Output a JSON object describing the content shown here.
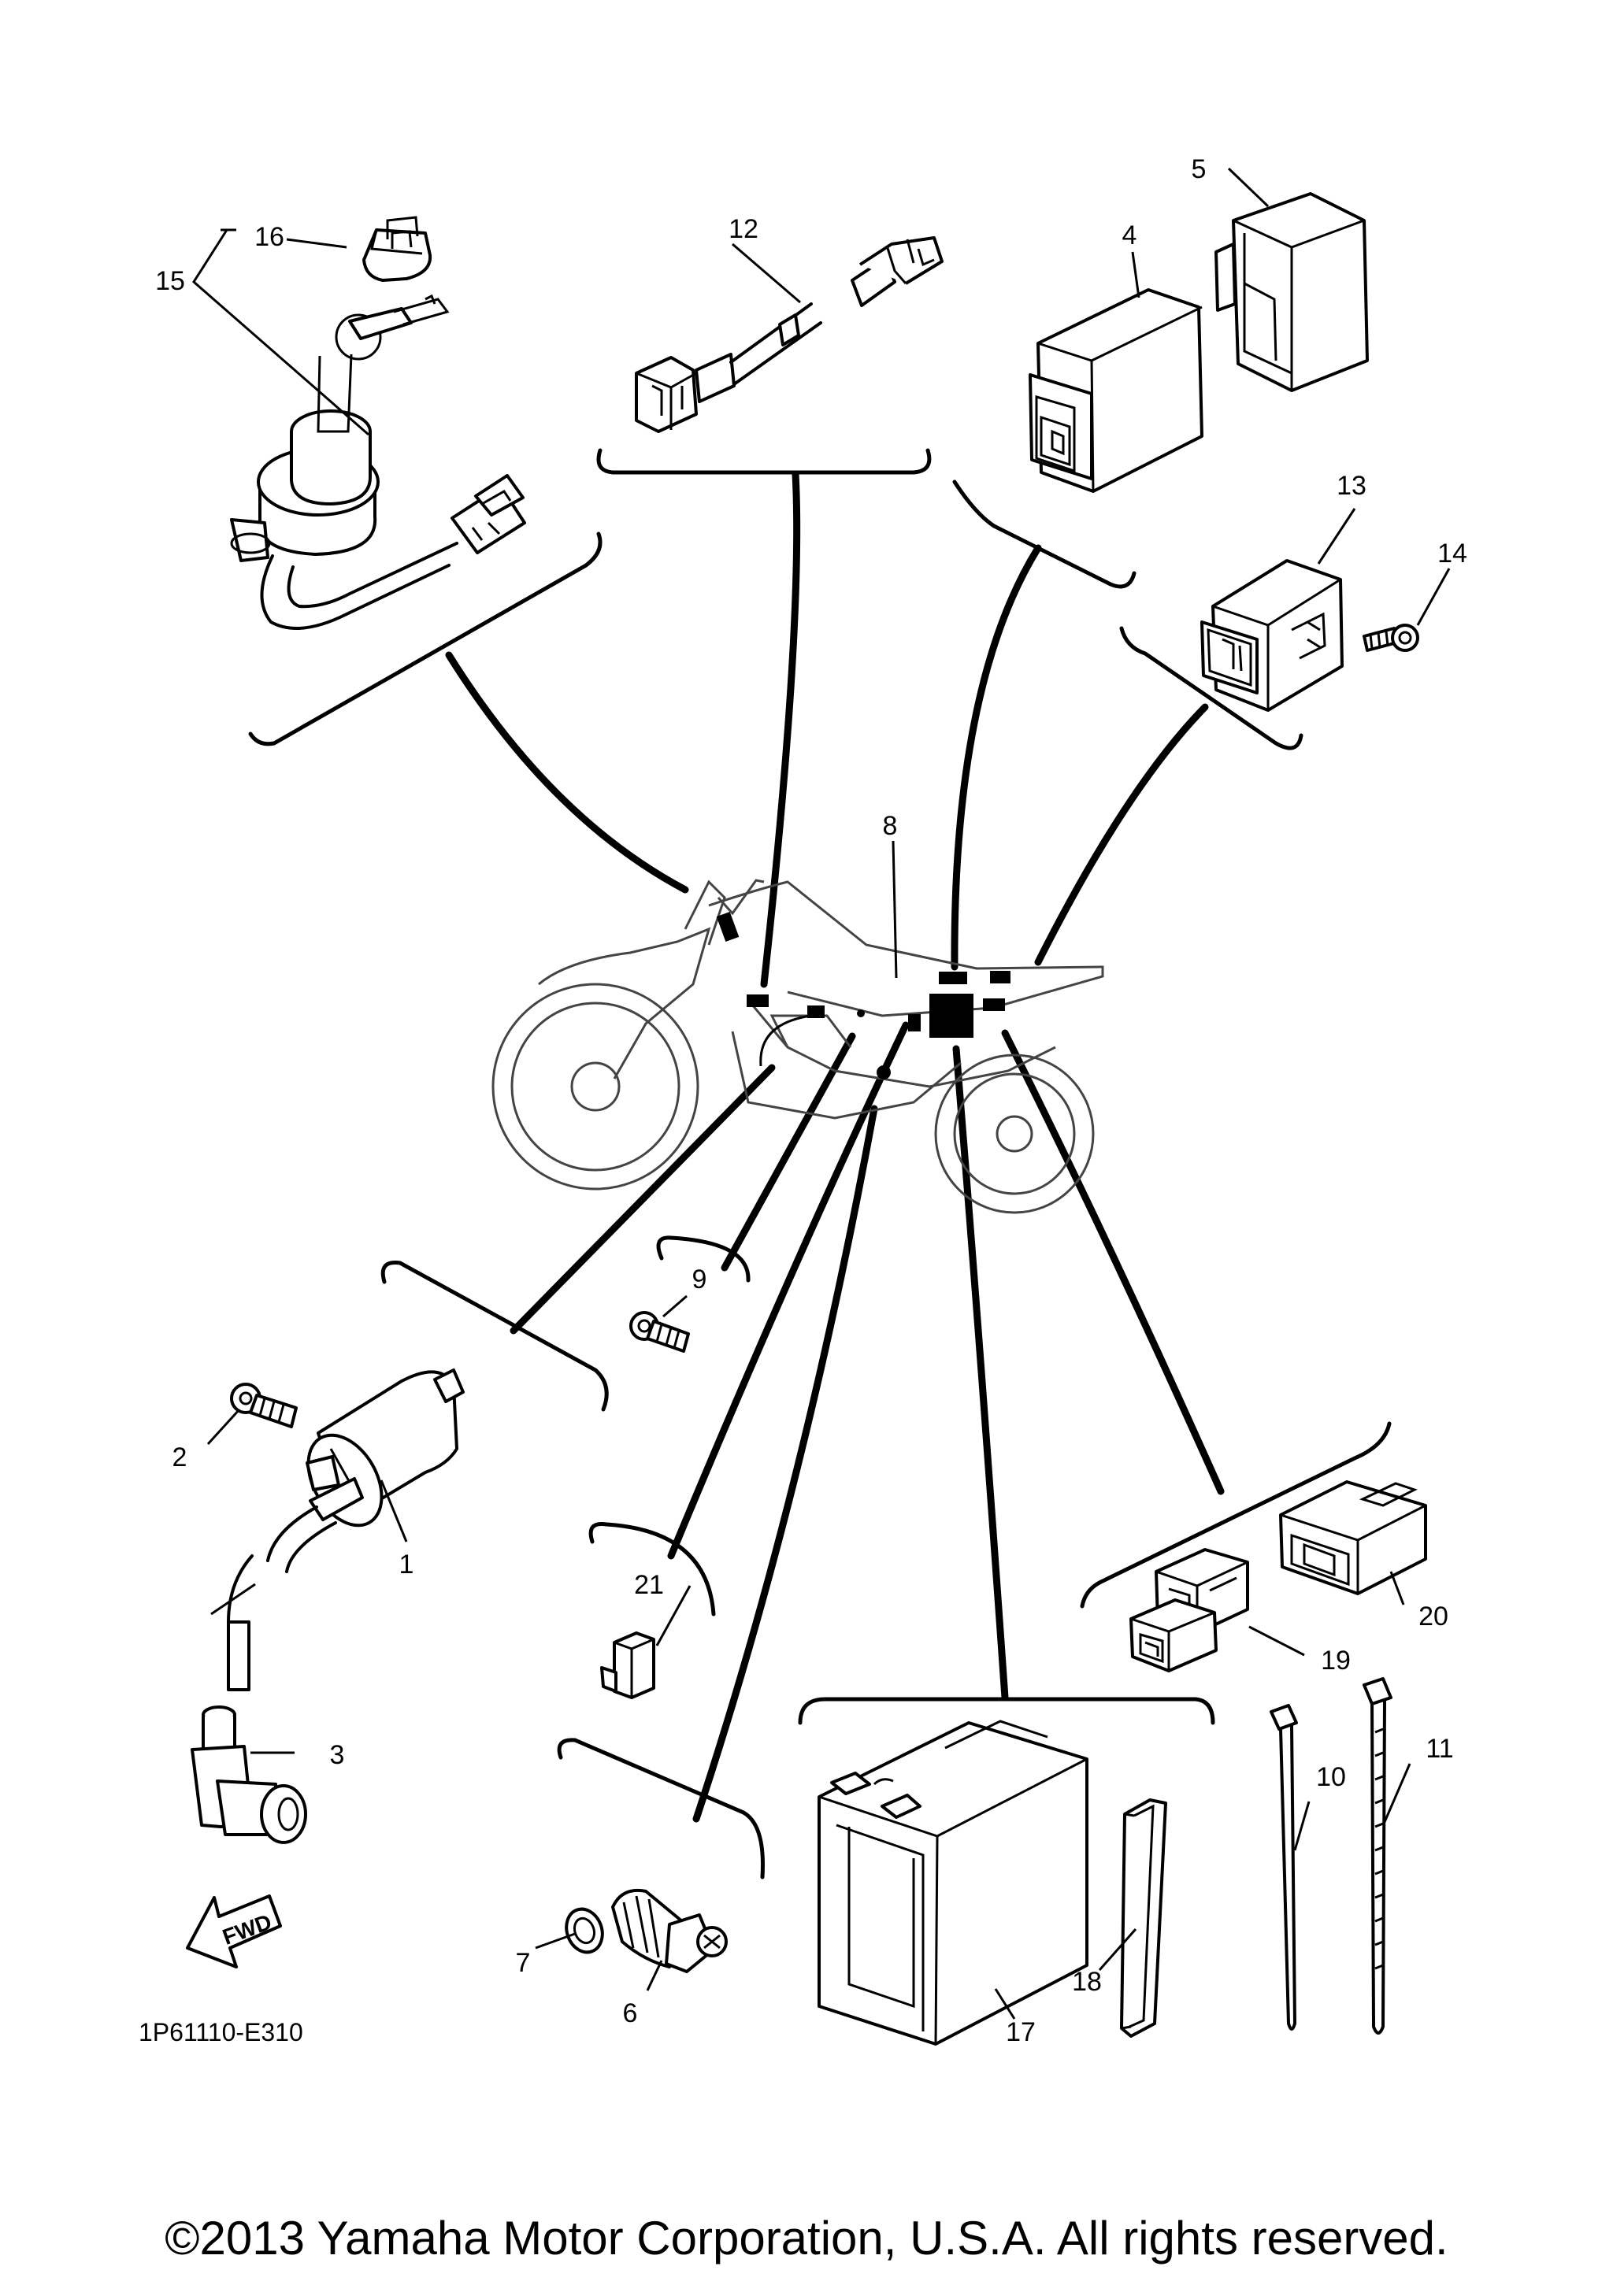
{
  "diagram": {
    "callouts": [
      {
        "id": "1",
        "label": "1"
      },
      {
        "id": "2",
        "label": "2"
      },
      {
        "id": "3",
        "label": "3"
      },
      {
        "id": "4",
        "label": "4"
      },
      {
        "id": "5",
        "label": "5"
      },
      {
        "id": "6",
        "label": "6"
      },
      {
        "id": "7",
        "label": "7"
      },
      {
        "id": "8",
        "label": "8"
      },
      {
        "id": "9",
        "label": "9"
      },
      {
        "id": "10",
        "label": "10"
      },
      {
        "id": "11",
        "label": "11"
      },
      {
        "id": "12",
        "label": "12"
      },
      {
        "id": "13",
        "label": "13"
      },
      {
        "id": "14",
        "label": "14"
      },
      {
        "id": "15",
        "label": "15"
      },
      {
        "id": "16",
        "label": "16"
      },
      {
        "id": "17",
        "label": "17"
      },
      {
        "id": "18",
        "label": "18"
      },
      {
        "id": "19",
        "label": "19"
      },
      {
        "id": "20",
        "label": "20"
      },
      {
        "id": "21",
        "label": "21"
      }
    ],
    "diagram_code": "1P61110-E310",
    "fwd_label": "FWD"
  },
  "footer": {
    "copyright": "©2013 Yamaha Motor Corporation, U.S.A. All rights reserved."
  }
}
